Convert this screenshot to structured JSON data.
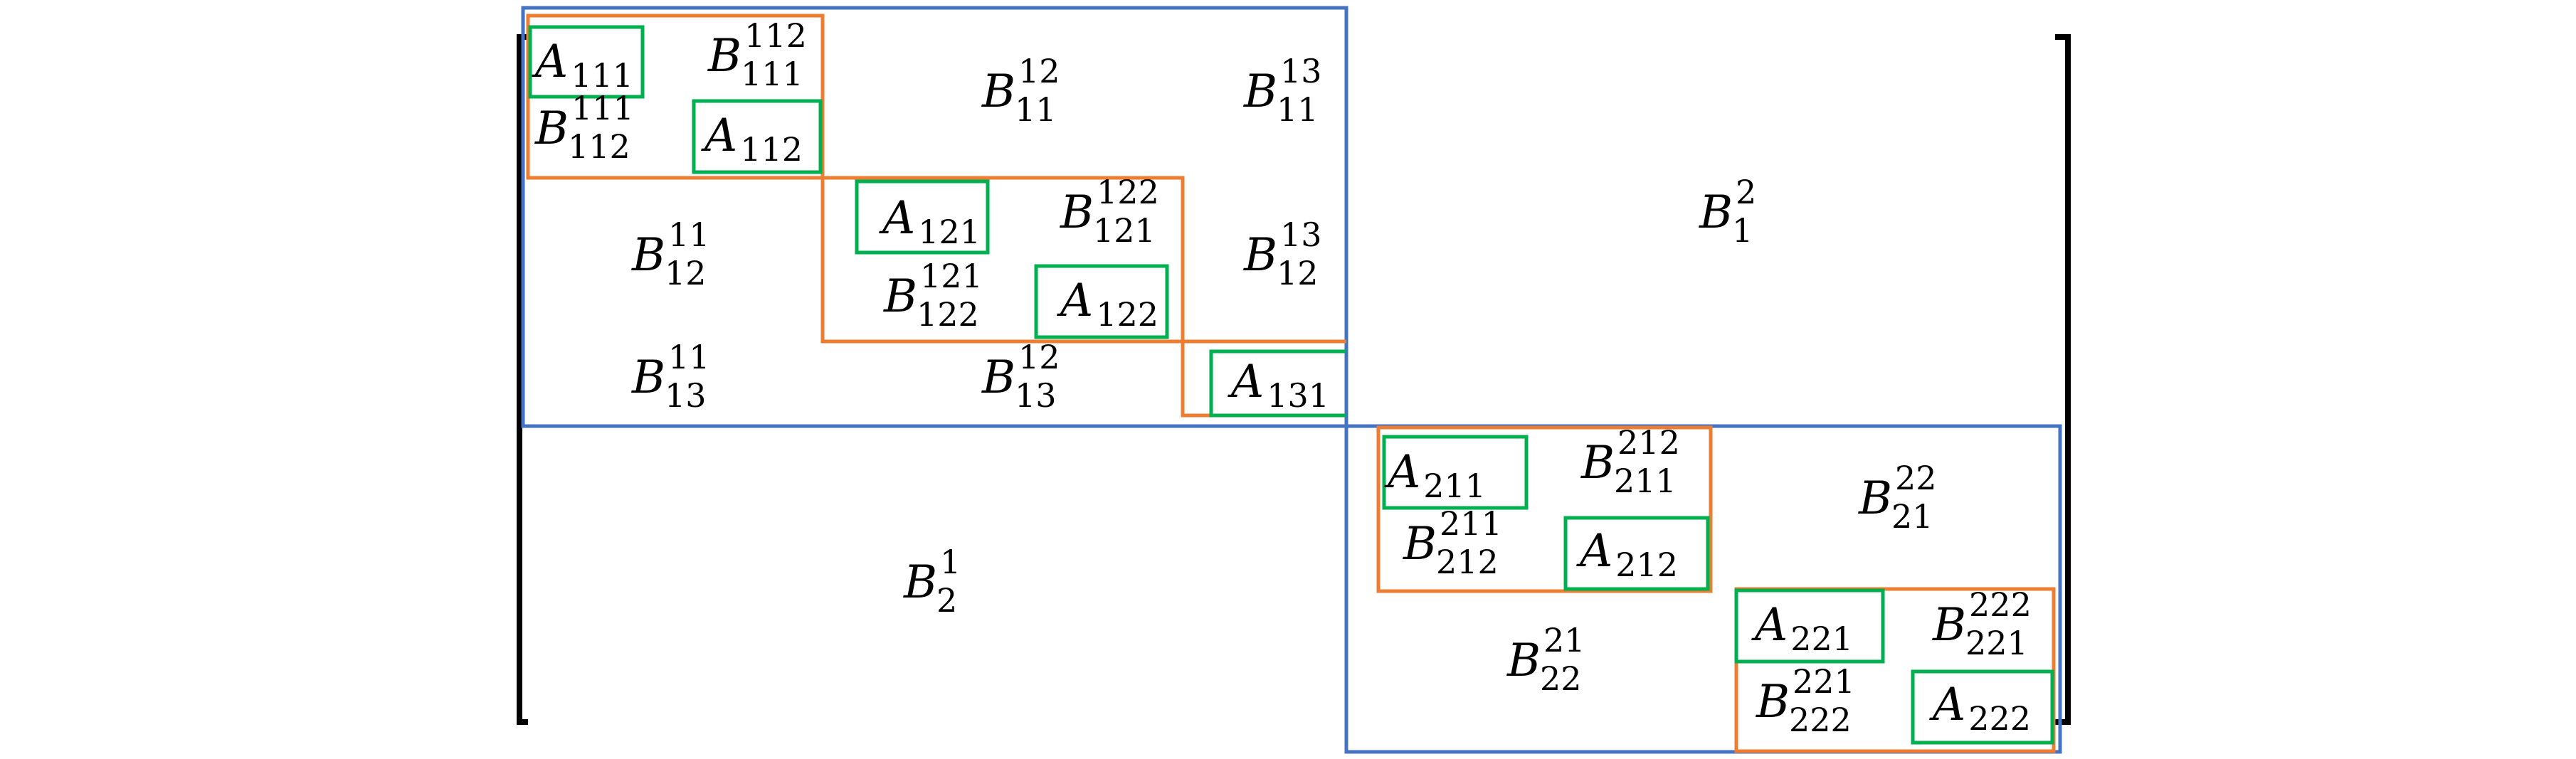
{
  "colors": {
    "level1_box": "#4472C4",
    "level2_box": "#ED7D31",
    "level3_box": "#00B050",
    "bracket": "#000000",
    "text": "#000000"
  },
  "labels": {
    "A111": {
      "base": "A",
      "sub": "111",
      "sup": ""
    },
    "B111_112": {
      "base": "B",
      "sub": "111",
      "sup": "112"
    },
    "B12_11": {
      "base": "B",
      "sub": "11",
      "sup": "12"
    },
    "B13_11": {
      "base": "B",
      "sub": "11",
      "sup": "13"
    },
    "B111_112b": {
      "base": "B",
      "sub": "112",
      "sup": "111"
    },
    "A112": {
      "base": "A",
      "sub": "112",
      "sup": ""
    },
    "A121": {
      "base": "A",
      "sub": "121",
      "sup": ""
    },
    "B122_121": {
      "base": "B",
      "sub": "121",
      "sup": "122"
    },
    "B11_12": {
      "base": "B",
      "sub": "12",
      "sup": "11"
    },
    "B13_12": {
      "base": "B",
      "sub": "12",
      "sup": "13"
    },
    "B2_1": {
      "base": "B",
      "sub": "1",
      "sup": "2"
    },
    "B121_122": {
      "base": "B",
      "sub": "122",
      "sup": "121"
    },
    "A122": {
      "base": "A",
      "sub": "122",
      "sup": ""
    },
    "B11_13": {
      "base": "B",
      "sub": "13",
      "sup": "11"
    },
    "B12_13": {
      "base": "B",
      "sub": "13",
      "sup": "12"
    },
    "A131": {
      "base": "A",
      "sub": "131",
      "sup": ""
    },
    "A211": {
      "base": "A",
      "sub": "211",
      "sup": ""
    },
    "B212_211": {
      "base": "B",
      "sub": "211",
      "sup": "212"
    },
    "B22_21": {
      "base": "B",
      "sub": "21",
      "sup": "22"
    },
    "B211_212": {
      "base": "B",
      "sub": "212",
      "sup": "211"
    },
    "A212": {
      "base": "A",
      "sub": "212",
      "sup": ""
    },
    "B1_2": {
      "base": "B",
      "sub": "2",
      "sup": "1"
    },
    "A221": {
      "base": "A",
      "sub": "221",
      "sup": ""
    },
    "B222_221": {
      "base": "B",
      "sub": "221",
      "sup": "222"
    },
    "B21_22": {
      "base": "B",
      "sub": "22",
      "sup": "21"
    },
    "B221_222": {
      "base": "B",
      "sub": "222",
      "sup": "221"
    },
    "A222": {
      "base": "A",
      "sub": "222",
      "sup": ""
    }
  }
}
